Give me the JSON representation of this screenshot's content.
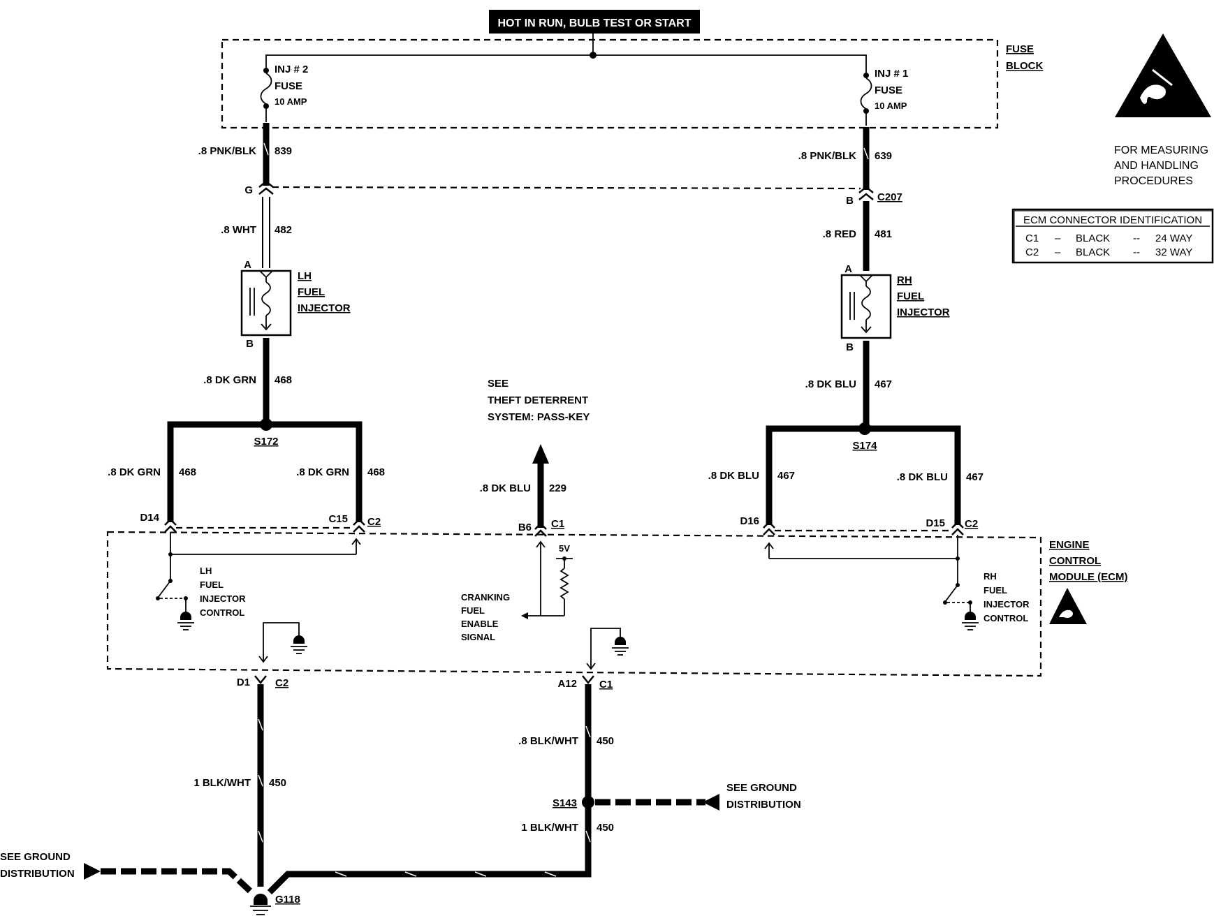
{
  "header": {
    "banner": "HOT IN RUN, BULB TEST OR START"
  },
  "fuse_block": {
    "label_1": "FUSE",
    "label_2": "BLOCK",
    "inj2": {
      "l1": "INJ # 2",
      "l2": "FUSE",
      "l3": "10 AMP"
    },
    "inj1": {
      "l1": "INJ # 1",
      "l2": "FUSE",
      "l3": "10 AMP"
    }
  },
  "esd_note": {
    "l1": "FOR MEASURING",
    "l2": "AND HANDLING",
    "l3": "PROCEDURES"
  },
  "ecm_table": {
    "title": "ECM CONNECTOR IDENTIFICATION",
    "rows": [
      {
        "conn": "C1",
        "d1": "–",
        "color": "BLACK",
        "d2": "--",
        "ways": "24 WAY"
      },
      {
        "conn": "C2",
        "d1": "–",
        "color": "BLACK",
        "d2": "--",
        "ways": "32 WAY"
      }
    ]
  },
  "wires": {
    "lh_pnk": {
      "gauge": ".8 PNK/BLK",
      "circuit": "839"
    },
    "rh_pnk": {
      "gauge": ".8 PNK/BLK",
      "circuit": "639"
    },
    "lh_wht": {
      "gauge": ".8 WHT",
      "circuit": "482"
    },
    "rh_red": {
      "gauge": ".8 RED",
      "circuit": "481"
    },
    "lh_grn": {
      "gauge": ".8 DK GRN",
      "circuit": "468"
    },
    "lh_grn_left": {
      "gauge": ".8 DK GRN",
      "circuit": "468"
    },
    "lh_grn_right": {
      "gauge": ".8 DK GRN",
      "circuit": "468"
    },
    "rh_blu": {
      "gauge": ".8 DK BLU",
      "circuit": "467"
    },
    "rh_blu_left": {
      "gauge": ".8 DK BLU",
      "circuit": "467"
    },
    "rh_blu_right": {
      "gauge": ".8 DK BLU",
      "circuit": "467"
    },
    "passkey": {
      "gauge": ".8 DK BLU",
      "circuit": "229"
    },
    "gnd_left": {
      "gauge": "1 BLK/WHT",
      "circuit": "450"
    },
    "gnd_mid_upper": {
      "gauge": ".8 BLK/WHT",
      "circuit": "450"
    },
    "gnd_mid_lower": {
      "gauge": "1 BLK/WHT",
      "circuit": "450"
    }
  },
  "connectors": {
    "lh_g": "G",
    "rh_b": "B",
    "c207": "C207",
    "lh_inj_a": "A",
    "lh_inj_b": "B",
    "rh_inj_a": "A",
    "rh_inj_b": "B",
    "d14": "D14",
    "c15": "C15",
    "c2_left": "C2",
    "b6": "B6",
    "c1_mid": "C1",
    "d16": "D16",
    "d15": "D15",
    "c2_right": "C2",
    "d1": "D1",
    "c2_bottom": "C2",
    "a12": "A12",
    "c1_bottom": "C1"
  },
  "splices": {
    "s172": "S172",
    "s174": "S174",
    "s143": "S143",
    "g118": "G118"
  },
  "components": {
    "lh_injector": {
      "l1": "LH",
      "l2": "FUEL",
      "l3": "INJECTOR"
    },
    "rh_injector": {
      "l1": "RH",
      "l2": "FUEL",
      "l3": "INJECTOR"
    }
  },
  "passkey_note": {
    "l1": "SEE",
    "l2": "THEFT DETERRENT",
    "l3": "SYSTEM: PASS-KEY"
  },
  "ecm": {
    "l1": "ENGINE",
    "l2": "CONTROL",
    "l3": "MODULE (ECM)",
    "lh_ctrl": {
      "l1": "LH",
      "l2": "FUEL",
      "l3": "INJECTOR",
      "l4": "CONTROL"
    },
    "rh_ctrl": {
      "l1": "RH",
      "l2": "FUEL",
      "l3": "INJECTOR",
      "l4": "CONTROL"
    },
    "cranking": {
      "l1": "CRANKING",
      "l2": "FUEL",
      "l3": "ENABLE",
      "l4": "SIGNAL"
    },
    "v5": "5V"
  },
  "ground_notes": {
    "right": {
      "l1": "SEE GROUND",
      "l2": "DISTRIBUTION"
    },
    "left": {
      "l1": "SEE GROUND",
      "l2": "DISTRIBUTION"
    }
  }
}
